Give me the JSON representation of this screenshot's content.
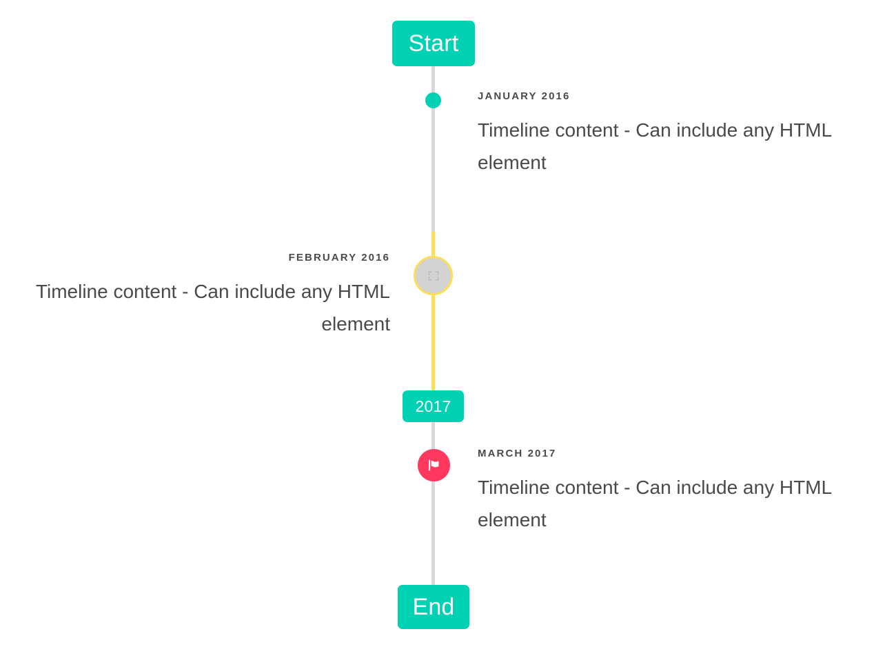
{
  "timeline": {
    "start_label": "Start",
    "end_label": "End",
    "year_divider": "2017",
    "colors": {
      "primary": "#00d1b2",
      "warning": "#ffdd57",
      "danger": "#ff3860",
      "rail": "#d8d8d8",
      "text": "#4a4a4a",
      "marker_placeholder": "#d3d3d3"
    },
    "items": [
      {
        "heading": "JANUARY 2016",
        "body": "Timeline content - Can include any HTML element",
        "side": "right",
        "marker": "dot-icon",
        "marker_color": "#00d1b2"
      },
      {
        "heading": "FEBRUARY 2016",
        "body": "Timeline content - Can include any HTML element",
        "side": "left",
        "marker": "broken-image-icon",
        "marker_color": "#d3d3d3"
      },
      {
        "heading": "MARCH 2017",
        "body": "Timeline content - Can include any HTML element",
        "side": "right",
        "marker": "flag-icon",
        "marker_color": "#ff3860"
      }
    ]
  }
}
